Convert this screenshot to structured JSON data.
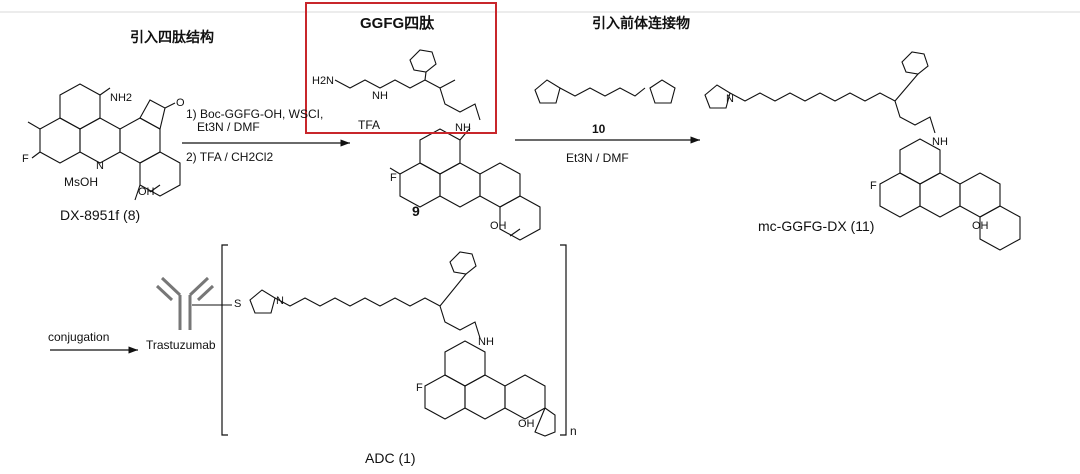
{
  "colors": {
    "highlight_box": "#c8262b",
    "bond": "#111111",
    "top_rule": "#d9d9d9"
  },
  "headings": {
    "tetrapeptide_intro": "引入四肽结构",
    "ggfg_tetrapeptide": "GGFG四肽",
    "linker_intro": "引入前体连接物"
  },
  "reagents": {
    "step1_line1": "1) Boc-GGFG-OH, WSCI,",
    "step1_line2": "Et3N / DMF",
    "step2": "2) TFA / CH2Cl2",
    "step3": "Et3N / DMF",
    "conjugation": "conjugation"
  },
  "compounds": {
    "dx8951f": "DX-8951f (8)",
    "salt_msoh": "MsOH",
    "cmpd9": "9",
    "tfa_salt": "TFA",
    "reagent10": "10",
    "mc_ggfg_dx": "mc-GGFG-DX (11)",
    "adc": "ADC (1)",
    "antibody": "Trastuzumab",
    "repeat_n": "n"
  },
  "atoms": {
    "nh2": "NH2",
    "h2n": "H2N",
    "nh": "NH",
    "n": "N",
    "o": "O",
    "oh": "OH",
    "f": "F",
    "s": "S"
  }
}
